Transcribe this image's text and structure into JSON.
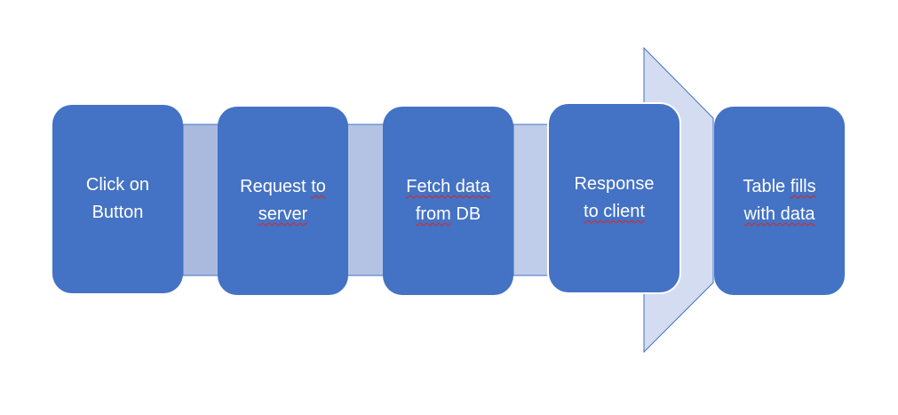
{
  "diagram": {
    "steps": [
      {
        "id": "click",
        "lines": [
          {
            "text": "Click on",
            "spell_flag": false
          },
          {
            "text": "Button",
            "spell_flag": false
          }
        ]
      },
      {
        "id": "request",
        "lines": [
          {
            "text": "Request to",
            "spell_flag": true
          },
          {
            "text": "server",
            "spell_flag": true
          }
        ]
      },
      {
        "id": "fetch",
        "lines": [
          {
            "text": "Fetch data",
            "spell_flag": true
          },
          {
            "text": "from DB",
            "spell_flag": true
          }
        ]
      },
      {
        "id": "response",
        "lines": [
          {
            "text": "Response",
            "spell_flag": false
          },
          {
            "text": "to client",
            "spell_flag": true
          }
        ]
      },
      {
        "id": "table",
        "lines": [
          {
            "text": "Table fills",
            "spell_flag": true
          },
          {
            "text": "with data",
            "spell_flag": true
          }
        ]
      }
    ],
    "colors": {
      "box_fill": "#4472c4",
      "box_text": "#ffffff",
      "connector_fill_1": "#aabadf",
      "connector_fill_2": "#b4c3e4",
      "connector_fill_3": "#bfccea",
      "arrow_fill": "#d4dcf1",
      "arrow_stroke": "#4472c4",
      "spell_squiggle": "#e2231a"
    }
  }
}
